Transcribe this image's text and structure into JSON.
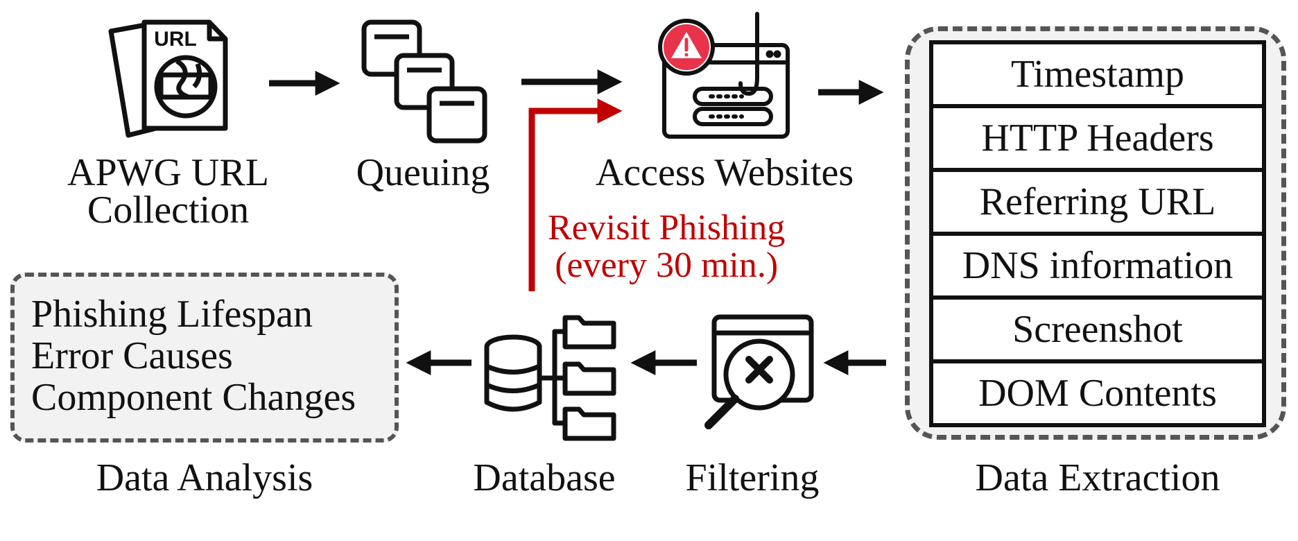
{
  "steps": {
    "apwg_line1": "APWG URL",
    "apwg_line2": "Collection",
    "queuing": "Queuing",
    "access": "Access Websites",
    "extraction": "Data Extraction",
    "filtering": "Filtering",
    "database": "Database",
    "analysis": "Data Analysis"
  },
  "icon_text": {
    "url": "URL"
  },
  "revisit": {
    "line1": "Revisit Phishing",
    "line2": "(every 30 min.)",
    "color": "#c00000"
  },
  "extraction_items": [
    "Timestamp",
    "HTTP Headers",
    "Referring URL",
    "DNS information",
    "Screenshot",
    "DOM Contents"
  ],
  "analysis_items": [
    "Phishing Lifespan",
    "Error Causes",
    "Component Changes"
  ],
  "icons": {
    "apwg": "url-document-globe-icon",
    "queuing": "stacked-windows-icon",
    "access": "phishing-hook-alert-icon",
    "filtering": "search-filter-x-icon",
    "database": "database-folders-icon"
  },
  "colors": {
    "alert": "#e8334a",
    "revisit": "#c00000",
    "box_fill": "#f2f2f2",
    "dash": "#555555"
  }
}
